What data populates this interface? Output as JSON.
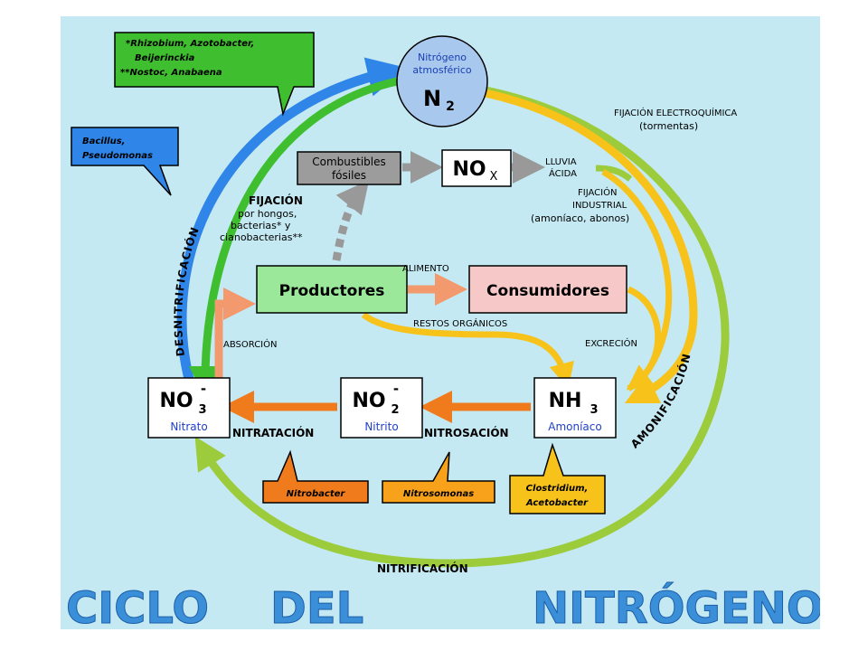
{
  "title": {
    "word1": "CICLO",
    "word2": "DEL",
    "word3": "NITRÓGENO"
  },
  "n2": {
    "line1": "Nitrógeno",
    "line2": "atmosférico",
    "formula": "N",
    "sub": "2"
  },
  "nodes": {
    "productores": "Productores",
    "consumidores": "Consumidores",
    "combustibles_1": "Combustibles",
    "combustibles_2": "fósiles",
    "nox": "NO",
    "nox_sub": "X",
    "no3": "NO",
    "no3_sub": "3",
    "no3_sup": "-",
    "no3_name": "Nitrato",
    "no2": "NO",
    "no2_sub": "2",
    "no2_sup": "-",
    "no2_name": "Nitrito",
    "nh3": "NH",
    "nh3_sub": "3",
    "nh3_name": "Amoníaco"
  },
  "labels": {
    "alimento": "ALIMENTO",
    "restos": "RESTOS ORGÁNICOS",
    "excrecion": "EXCRECIÓN",
    "absorcion": "ABSORCIÓN",
    "nitratacion": "NITRATACIÓN",
    "nitrosacion": "NITROSACIÓN",
    "nitrificacion": "NITRIFICACIÓN",
    "amonificacion": "AMONIFICACIÓN",
    "desnitrificacion": "DESNITRIFICACIÓN",
    "lluvia_1": "LLUVIA",
    "lluvia_2": "ÁCIDA",
    "electro_1": "FIJACIÓN ELECTROQUÍMICA",
    "electro_2": "(tormentas)",
    "industrial_1": "FIJACIÓN",
    "industrial_2": "INDUSTRIAL",
    "industrial_3": "(amoníaco, abonos)",
    "fijacion_title": "FIJACIÓN",
    "fijacion_1": "por hongos,",
    "fijacion_2": "bacterias* y",
    "fijacion_3": "cianobacterias**"
  },
  "bubbles": {
    "rhizobium_1": "*Rhizobium, Azotobacter,",
    "rhizobium_2": "Beijerinckia",
    "rhizobium_3": "**Nostoc, Anabaena",
    "bacillus_1": "Bacillus,",
    "bacillus_2": "Pseudomonas",
    "nitrobacter": "Nitrobacter",
    "nitrosomonas": "Nitrosomonas",
    "clostridium_1": "Clostridium,",
    "clostridium_2": "Acetobacter"
  },
  "colors": {
    "background": "#c4e9f2",
    "title": "#3b8fd8",
    "blue_arrow": "#2f86e8",
    "green_arrow": "#3fbf2f",
    "lime_arrow": "#9ccb3c",
    "yellow_arrow": "#f7c21a",
    "orange_arrow": "#f07b1c",
    "salmon_arrow": "#f29a6e",
    "productores": "#9be89b",
    "consumidores": "#f7c8c8",
    "n2_circle": "#a8c8ee",
    "gray_box": "#9c9c9c"
  }
}
